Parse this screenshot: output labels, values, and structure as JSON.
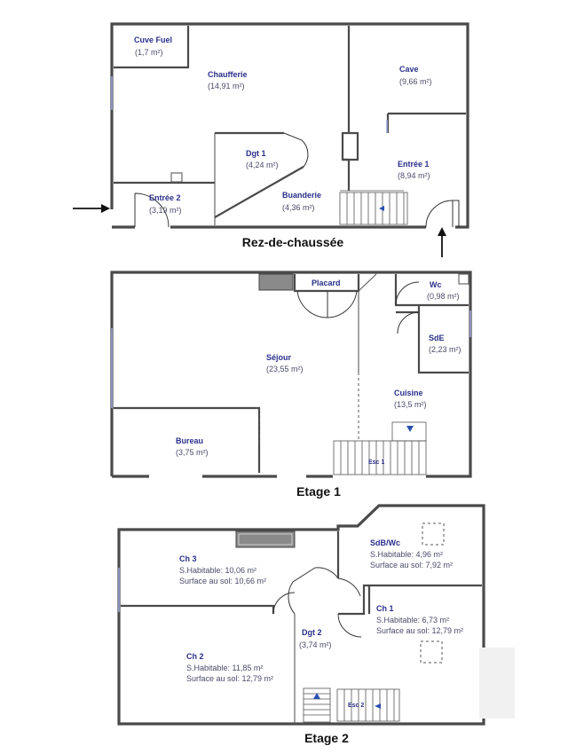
{
  "levels": {
    "rdc": {
      "title": "Rez-de-chaussée",
      "rooms": {
        "cuve": {
          "name": "Cuve Fuel",
          "area": "(1,7 m²)"
        },
        "chaufferie": {
          "name": "Chaufferie",
          "area": "(14,91 m²)"
        },
        "cave": {
          "name": "Cave",
          "area": "(9,66 m²)"
        },
        "dgt1": {
          "name": "Dgt 1",
          "area": "(4,24 m²)"
        },
        "entree1": {
          "name": "Entrée 1",
          "area": "(8,94 m²)"
        },
        "entree2": {
          "name": "Entrée 2",
          "area": "(3,19 m²)"
        },
        "buanderie": {
          "name": "Buanderie",
          "area": "(4,36 m²)"
        }
      }
    },
    "etage1": {
      "title": "Etage 1",
      "rooms": {
        "placard": {
          "name": "Placard"
        },
        "wc": {
          "name": "Wc",
          "area": "(0,98 m²)"
        },
        "sde": {
          "name": "SdE",
          "area": "(2,23 m²)"
        },
        "sejour": {
          "name": "Séjour",
          "area": "(23,55 m²)"
        },
        "cuisine": {
          "name": "Cuisine",
          "area": "(13,5 m²)"
        },
        "bureau": {
          "name": "Bureau",
          "area": "(3,75 m²)"
        }
      },
      "stair_label": "Esc 1"
    },
    "etage2": {
      "title": "Etage 2",
      "rooms": {
        "sdb": {
          "name": "SdB/Wc",
          "line1": "S.Habitable: 4,96 m²",
          "line2": "Surface au sol: 7,92 m²"
        },
        "ch3": {
          "name": "Ch 3",
          "line1": "S.Habitable: 10,06 m²",
          "line2": "Surface au sol: 10,66 m²"
        },
        "ch1": {
          "name": "Ch 1",
          "line1": "S.Habitable: 6,73 m²",
          "line2": "Surface au sol: 12,79 m²"
        },
        "dgt2": {
          "name": "Dgt 2",
          "area": "(3,74 m²)"
        },
        "ch2": {
          "name": "Ch 2",
          "line1": "S.Habitable: 11,85 m²",
          "line2": "Surface au sol: 12,79 m²"
        }
      },
      "stair_label": "Esc 2"
    }
  },
  "colors": {
    "room_label": "#2a2f8a",
    "wall": "#4a4a4a",
    "window": "#9aa3d6"
  }
}
